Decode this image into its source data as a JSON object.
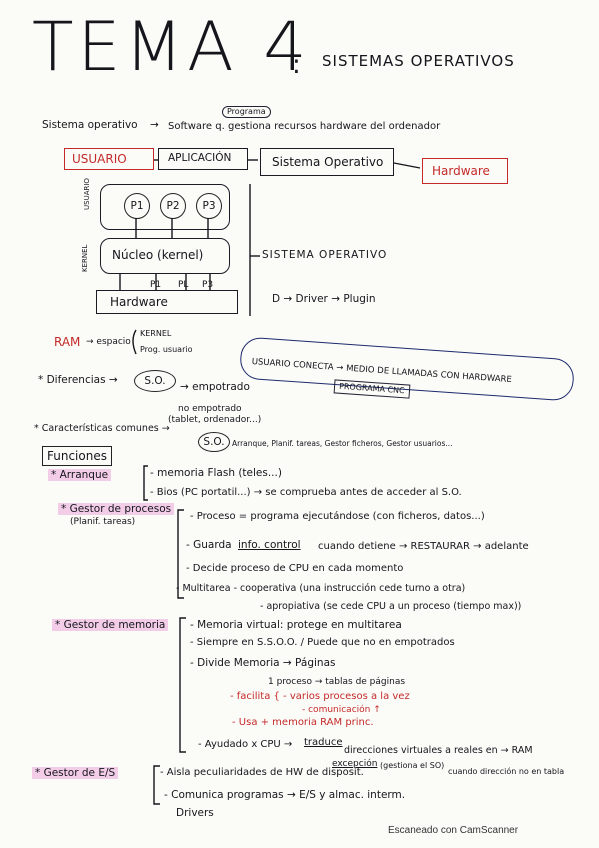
{
  "title": {
    "main": "TEMA 4",
    "colon": ":",
    "subtitle": "SISTEMAS OPERATIVOS"
  },
  "definition": {
    "label": "Sistema operativo",
    "arrow": "→",
    "text": "Software q. gestiona recursos hardware del ordenador",
    "note": "Programa"
  },
  "flow": {
    "usuario": "USUARIO",
    "aplicacion": "APLICACIÓN",
    "so": "Sistema Operativo",
    "hardware": "Hardware"
  },
  "diagram": {
    "side_user": "USUARIO",
    "side_kernel": "KERNEL",
    "p1": "P1",
    "p2": "P2",
    "p3": "P3",
    "nucleo": "Núcleo (kernel)",
    "q1": "P1",
    "q2": "PL",
    "q3": "P3",
    "hardware": "Hardware",
    "so_label": "SISTEMA OPERATIVO",
    "driver": "D → Driver → Plugin"
  },
  "ram": {
    "label": "RAM",
    "arrow": "→ espacio",
    "kernel": "KERNEL",
    "prog": "Prog. usuario"
  },
  "usuario_conecta": {
    "text": "USUARIO CONECTA → MEDIO DE LLAMADAS CON HARDWARE",
    "box": "PROGRAMA CNC"
  },
  "diferencias": {
    "label": "* Diferencias →",
    "circle": "S.O.",
    "emp": "→ empotrado",
    "noemp": "no empotrado",
    "noemp2": "(tablet, ordenador...)"
  },
  "caracteristicas": {
    "label": "* Características comunes →",
    "circle": "S.O.",
    "list": "Arranque, Planif. tareas, Gestor ficheros, Gestor usuarios..."
  },
  "funciones": "Funciones",
  "arranque": {
    "label": "* Arranque",
    "l1": "- memoria Flash (teles...)",
    "l2": "- Bios (PC portatil...) → se comprueba antes de acceder al S.O."
  },
  "procesos": {
    "label": "* Gestor de procesos",
    "sub": "(Planif. tareas)",
    "l1": "- Proceso = programa ejecutándose (con ficheros, datos...)",
    "l2a": "- Guarda",
    "l2b": "info. control",
    "l2c": "cuando detiene → RESTAURAR → adelante",
    "l3": "- Decide proceso de CPU en cada momento",
    "l4": "- Multitarea - cooperativa (una instrucción cede turno a otra)",
    "l5": "- apropiativa (se cede CPU a un proceso (tiempo max))"
  },
  "memoria": {
    "label": "* Gestor de memoria",
    "l1": "- Memoria virtual: protege en multitarea",
    "l2": "- Siempre en S.S.O.O. / Puede que no en empotrados",
    "l3": "- Divide Memoria → Páginas",
    "l4": "1 proceso → tablas de páginas",
    "l5": "- facilita { - varios procesos a la vez",
    "l6": "- comunicación ↑",
    "l7": "- Usa + memoria RAM princ.",
    "l8a": "- Ayudado x CPU →",
    "l8b": "traduce",
    "l8c": "direcciones virtuales a reales en → RAM",
    "l9a": "excepción",
    "l9b": "(gestiona el SO)",
    "l9c": "cuando dirección no en tabla"
  },
  "es": {
    "label": "* Gestor de E/S",
    "l1": "- Aisla peculiaridades de HW de disposit.",
    "l2": "- Comunica programas → E/S y almac. interm.",
    "l3": "Drivers"
  },
  "footer": "Escaneado con CamScanner",
  "colors": {
    "ink_blue": "#1b2a6b",
    "ink_black": "#15151c",
    "ink_red": "#c42a2a",
    "highlight": "#e678c8"
  }
}
